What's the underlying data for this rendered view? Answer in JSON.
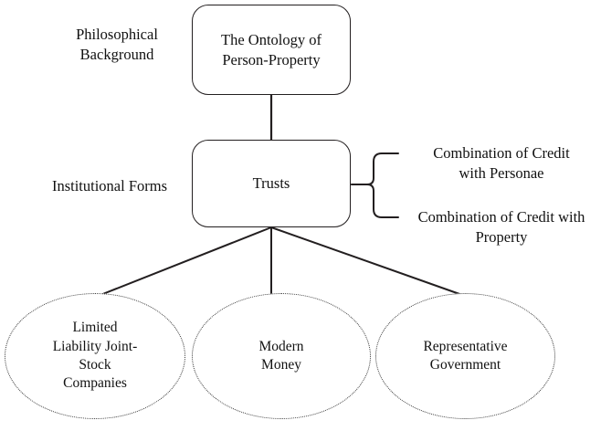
{
  "diagram": {
    "title": "Trusts institutional-forms hierarchy",
    "ink_color": "#231f20",
    "ellipse_border_color": "#3a3a3a",
    "background_color": "#ffffff"
  },
  "stage_labels": [
    {
      "id": "philosophical-background",
      "text": "Philosophical\nBackground"
    },
    {
      "id": "institutional-forms",
      "text": "Institutional Forms"
    }
  ],
  "boxes": [
    {
      "id": "ontology",
      "text": "The Ontology of\nPerson-Property"
    },
    {
      "id": "trusts",
      "text": "Trusts"
    }
  ],
  "brace_labels": [
    {
      "id": "credit-personae",
      "text": "Combination of Credit\nwith Personae"
    },
    {
      "id": "credit-property",
      "text": "Combination of Credit with\nProperty"
    }
  ],
  "ellipses": [
    {
      "id": "limited-liability",
      "text": "Limited\nLiability Joint-\nStock\nCompanies"
    },
    {
      "id": "modern-money",
      "text": "Modern\nMoney"
    },
    {
      "id": "representative-government",
      "text": "Representative\nGovernment"
    }
  ]
}
